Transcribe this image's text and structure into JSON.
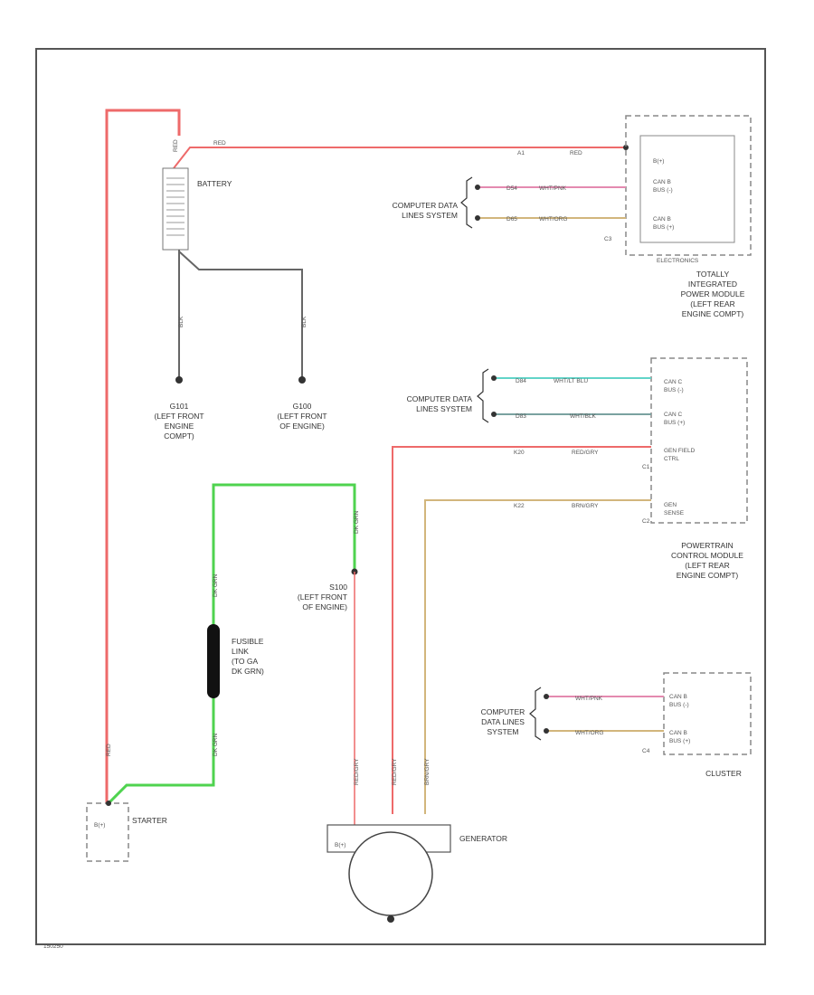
{
  "colors": {
    "red": "#ee6a6a",
    "green": "#4fd34f",
    "tan": "#d2b67c",
    "pink": "#e48ab0",
    "cyan": "#62d4c8",
    "gray": "#666666",
    "frame": "#555555"
  },
  "components": {
    "battery": {
      "name": "BATTERY"
    },
    "tipm": {
      "name": "TOTALLY\nINTEGRATED\nPOWER MODULE\n(LEFT REAR\nENGINE COMPT)",
      "inner": "ELECTRONICS",
      "pins": [
        "B(+)",
        "CAN B\nBUS (-)",
        "CAN B\nBUS (+)"
      ],
      "connector": "C3"
    },
    "pcm": {
      "name": "POWERTRAIN\nCONTROL MODULE\n(LEFT REAR\nENGINE COMPT)",
      "pins": [
        "CAN C\nBUS (-)",
        "CAN C\nBUS (+)",
        "GEN FIELD\nCTRL",
        "GEN\nSENSE"
      ],
      "connectors": [
        "C1",
        "C2"
      ]
    },
    "cluster": {
      "name": "CLUSTER",
      "pins": [
        "CAN B\nBUS (-)",
        "CAN B\nBUS (+)"
      ],
      "connector": "C4"
    },
    "starter": {
      "name": "STARTER",
      "pin": "B(+)"
    },
    "generator": {
      "name": "GENERATOR",
      "pin": "B(+)"
    },
    "fusible_link": {
      "name": "FUSIBLE\nLINK\n(TO GA\nDK GRN)"
    }
  },
  "grounds": [
    {
      "name": "G101\n(LEFT FRONT\nENGINE\nCOMPT)"
    },
    {
      "name": "G100\n(LEFT FRONT\nOF ENGINE)"
    }
  ],
  "splice": {
    "name": "S100\n(LEFT FRONT\nOF ENGINE)"
  },
  "data_lines": {
    "tipm": "COMPUTER DATA\nLINES SYSTEM",
    "pcm": "COMPUTER DATA\nLINES SYSTEM",
    "cluster": "COMPUTER\nDATA LINES\nSYSTEM"
  },
  "wires": {
    "battery_to_tipm": {
      "code": "RED",
      "mid": "A1"
    },
    "tipm_canb_neg": {
      "code": "D54",
      "color": "WHT/PNK"
    },
    "tipm_canb_pos": {
      "code": "D65",
      "color": "WHT/ORG"
    },
    "pcm_canc_neg": {
      "code": "D84",
      "color": "WHT/LT BLU"
    },
    "pcm_canc_pos": {
      "code": "D83",
      "color": "WHT/BLK"
    },
    "gen_field": {
      "code": "K20",
      "color": "RED/GRY"
    },
    "gen_sense": {
      "code": "K22",
      "color": "BRN/GRY"
    },
    "cluster_canb_neg": {
      "color": "WHT/PNK"
    },
    "cluster_canb_pos": {
      "color": "WHT/ORG"
    },
    "ground_1": {
      "color": "BLK"
    },
    "ground_2": {
      "color": "BLK"
    },
    "fusible_top": {
      "color": "DK GRN"
    },
    "fusible_bottom": {
      "color": "DK GRN"
    },
    "s100_up": {
      "color": "DK GRN"
    },
    "starter_red": {
      "color": "RED"
    },
    "gen_red": {
      "color": "RED/GRY"
    },
    "gen_k20": {
      "color": "RED/GRY"
    },
    "gen_k22": {
      "color": "BRN/GRY"
    }
  },
  "footer": {
    "id": "150250"
  }
}
